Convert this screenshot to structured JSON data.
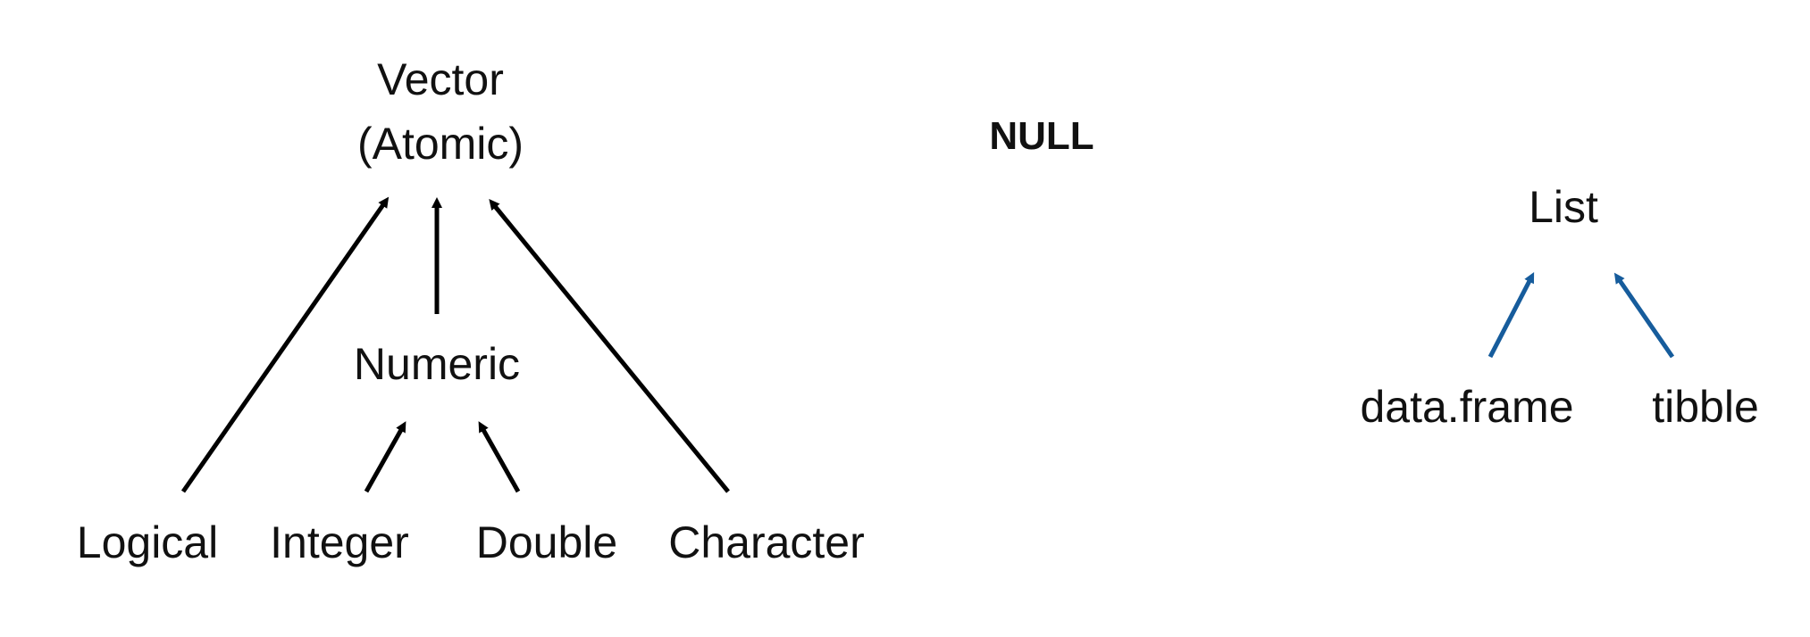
{
  "atomic_tree": {
    "root_line1": "Vector",
    "root_line2": "(Atomic)",
    "middle": "Numeric",
    "leaves": [
      "Logical",
      "Integer",
      "Double",
      "Character"
    ]
  },
  "null_label": "NULL",
  "list_tree": {
    "root": "List",
    "leaves": [
      "data.frame",
      "tibble"
    ]
  },
  "colors": {
    "atomic_arrows": "#000000",
    "list_arrows": "#165c9c",
    "text": "#111111"
  }
}
